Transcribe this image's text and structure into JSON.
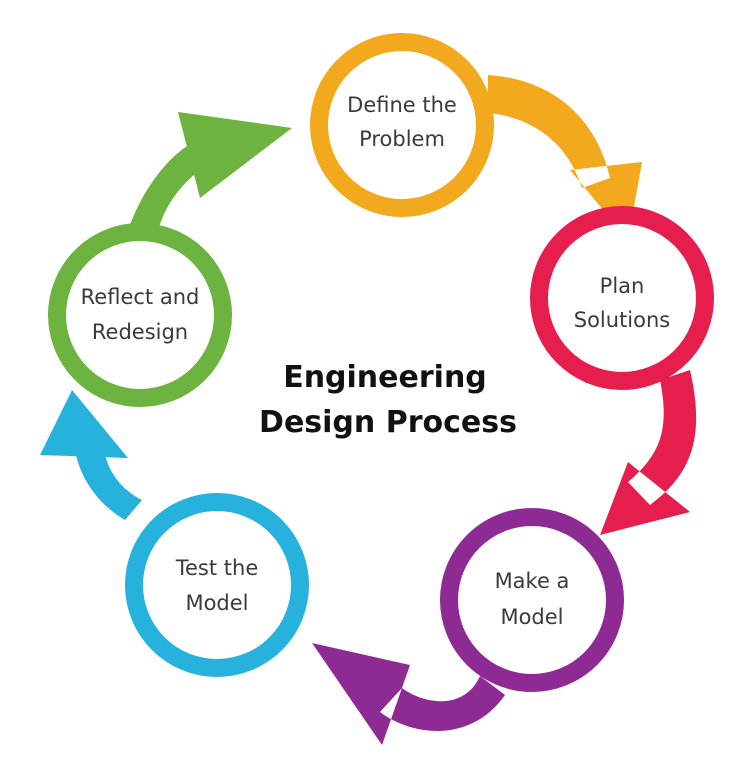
{
  "title": {
    "line1": "Engineering",
    "line2": "Design Process"
  },
  "steps": [
    {
      "line1": "Define the",
      "line2": "Problem",
      "color": "#F2A91D"
    },
    {
      "line1": "Plan",
      "line2": "Solutions",
      "color": "#E51E4D"
    },
    {
      "line1": "Make a",
      "line2": "Model",
      "color": "#8E2A93"
    },
    {
      "line1": "Test the",
      "line2": "Model",
      "color": "#27B2DE"
    },
    {
      "line1": "Reflect and",
      "line2": "Redesign",
      "color": "#6CB33F"
    }
  ]
}
